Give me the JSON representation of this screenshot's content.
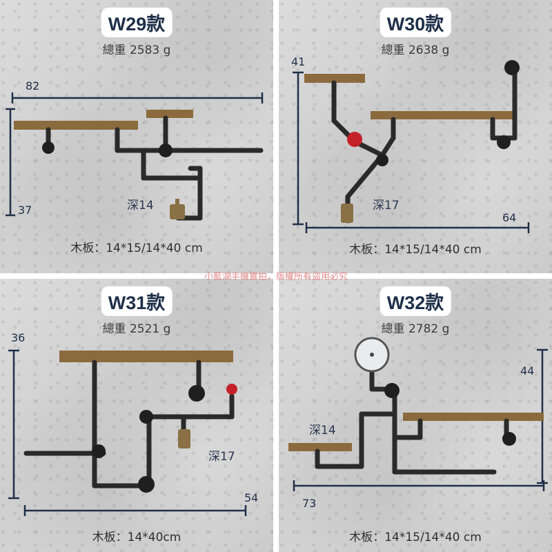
{
  "panels": [
    {
      "model": "W29款",
      "weight": "總重 2583 g",
      "width": "82",
      "height": "37",
      "depth": "深14",
      "board": "木板：14*15/14*40 cm"
    },
    {
      "model": "W30款",
      "weight": "總重 2638 g",
      "height": "41",
      "width": "64",
      "depth": "深17",
      "board": "木板：14*15/14*40 cm"
    },
    {
      "model": "W31款",
      "weight": "總重 2521 g",
      "height": "36",
      "width": "54",
      "depth": "深17",
      "board": "木板：14*40cm"
    },
    {
      "model": "W32款",
      "weight": "總重 2782 g",
      "height": "44",
      "width": "73",
      "depth": "深14",
      "board": "木板：14*15/14*40 cm"
    }
  ],
  "watermark": "小藍湖手機實拍，版權所有盜用必究",
  "colors": {
    "dimension": "#1e2f48",
    "wood": "#8b6a3e",
    "pipe": "#2a2a2a",
    "valve": "#c4202a",
    "brass": "#8a7045"
  }
}
